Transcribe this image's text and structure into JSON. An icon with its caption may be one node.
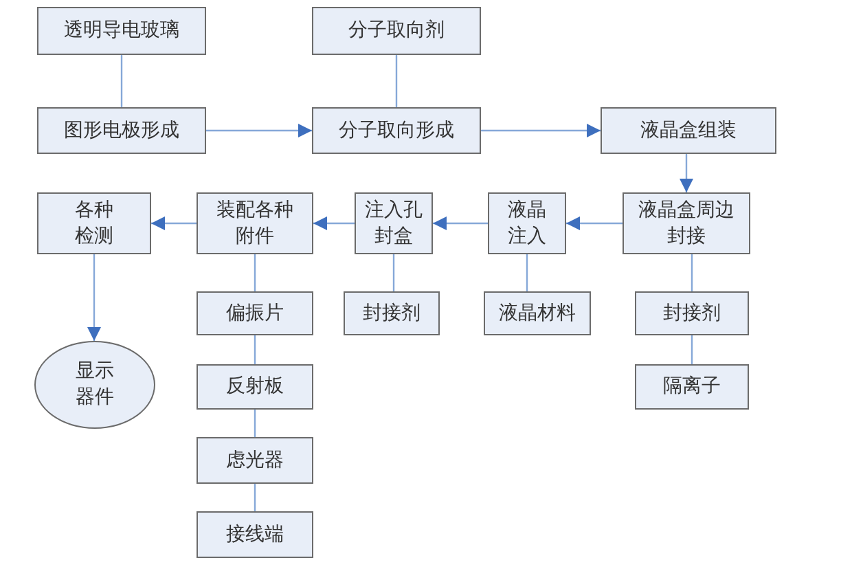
{
  "diagram": {
    "nodes": [
      {
        "text": [
          "透明导电玻璃"
        ]
      },
      {
        "text": [
          "分子取向剂"
        ]
      },
      {
        "text": [
          "图形电极形成"
        ]
      },
      {
        "text": [
          "分子取向形成"
        ]
      },
      {
        "text": [
          "液晶盒组装"
        ]
      },
      {
        "text": [
          "液晶盒周边封接"
        ]
      },
      {
        "text": [
          "液晶注入"
        ]
      },
      {
        "text": [
          "注入孔封盒"
        ]
      },
      {
        "text": [
          "装配各种附件"
        ]
      },
      {
        "text": [
          "各种检测"
        ]
      },
      {
        "text": [
          "显示器件"
        ]
      },
      {
        "text": [
          "封接剂"
        ]
      },
      {
        "text": [
          "液晶材料"
        ]
      },
      {
        "text": [
          "封接剂"
        ]
      },
      {
        "text": [
          "隔离子"
        ]
      },
      {
        "text": [
          "偏振片"
        ]
      },
      {
        "text": [
          "反射板"
        ]
      },
      {
        "text": [
          "虑光器"
        ]
      },
      {
        "text": [
          "接线端"
        ]
      }
    ],
    "edges": [
      {
        "from": 0,
        "to": 2,
        "arrow": "none"
      },
      {
        "from": 1,
        "to": 3,
        "arrow": "none"
      },
      {
        "from": 2,
        "to": 3,
        "arrow": "to"
      },
      {
        "from": 3,
        "to": 4,
        "arrow": "to"
      },
      {
        "from": 4,
        "to": 5,
        "arrow": "to"
      },
      {
        "from": 5,
        "to": 6,
        "arrow": "to"
      },
      {
        "from": 6,
        "to": 7,
        "arrow": "to"
      },
      {
        "from": 7,
        "to": 8,
        "arrow": "to"
      },
      {
        "from": 8,
        "to": 9,
        "arrow": "to"
      },
      {
        "from": 9,
        "to": 10,
        "arrow": "to"
      },
      {
        "from": 7,
        "to": 11,
        "arrow": "none"
      },
      {
        "from": 6,
        "to": 12,
        "arrow": "none"
      },
      {
        "from": 5,
        "to": 13,
        "arrow": "none"
      },
      {
        "from": 13,
        "to": 14,
        "arrow": "none"
      },
      {
        "from": 8,
        "to": 15,
        "arrow": "none"
      },
      {
        "from": 15,
        "to": 16,
        "arrow": "none"
      },
      {
        "from": 16,
        "to": 17,
        "arrow": "none"
      },
      {
        "from": 17,
        "to": 18,
        "arrow": "none"
      }
    ]
  }
}
